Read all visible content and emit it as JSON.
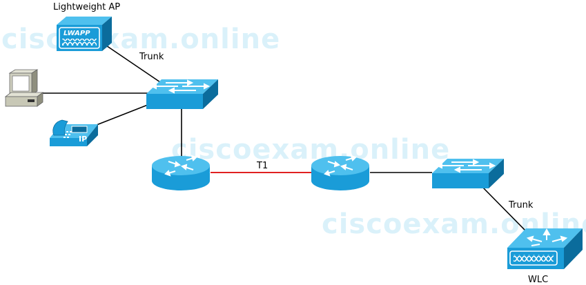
{
  "watermark": "ciscoexam.online",
  "labels": {
    "ap": "Lightweight AP",
    "trunk_ap": "Trunk",
    "t1": "T1",
    "trunk_wlc": "Trunk",
    "wlc": "WLC"
  },
  "ap_badge": "LWAPP",
  "phone_badge": "IP",
  "colors": {
    "device": "#1a9cd8",
    "device_top": "#4fc0ee",
    "device_dark": "#0b6c9c",
    "serial_link": "#e02020",
    "link": "#000000"
  },
  "icons": {
    "ap": "lightweight-ap-icon",
    "pc": "pc-icon",
    "phone": "ip-phone-icon",
    "switch": "switch-icon",
    "router": "router-icon",
    "wlc": "wlc-icon"
  }
}
